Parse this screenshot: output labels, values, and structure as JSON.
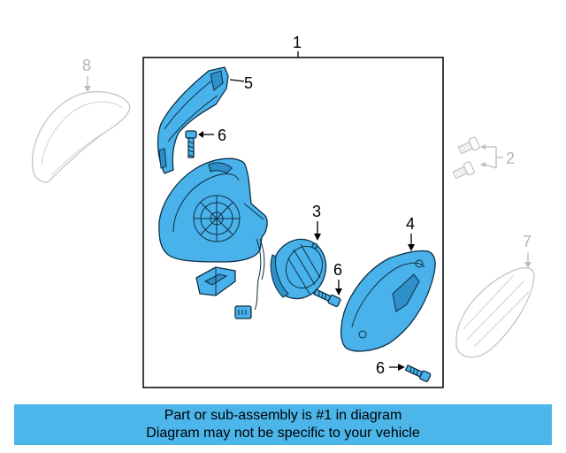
{
  "diagram": {
    "callouts": {
      "c1": "1",
      "c2": "2",
      "c3": "3",
      "c4": "4",
      "c5": "5",
      "c6a": "6",
      "c6b": "6",
      "c6c": "6",
      "c7": "7",
      "c8": "8"
    },
    "colors": {
      "highlight": "#49b2ea",
      "outline": "#0d2f45",
      "ghost": "#c4c4c4",
      "banner": "#4cb5ea"
    }
  },
  "banner": {
    "line1": "Part or sub-assembly is #1 in diagram",
    "line2": "Diagram may not be specific to your vehicle"
  }
}
